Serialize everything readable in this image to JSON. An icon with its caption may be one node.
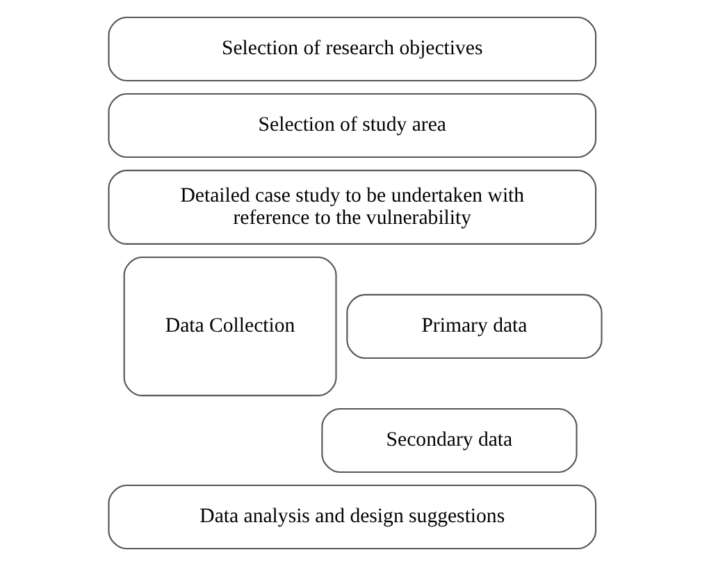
{
  "diagram": {
    "nodes": [
      {
        "text": [
          "Selection of research objectives"
        ]
      },
      {
        "text": [
          "Selection of study area"
        ]
      },
      {
        "text": [
          "Detailed case study to be undertaken with reference to the vulnerability"
        ]
      },
      {
        "text": [
          "Data Collection"
        ]
      },
      {
        "text": [
          "Primary data"
        ]
      },
      {
        "text": [
          "Secondary data"
        ]
      },
      {
        "text": [
          "Data analysis and design suggestions"
        ]
      }
    ]
  }
}
